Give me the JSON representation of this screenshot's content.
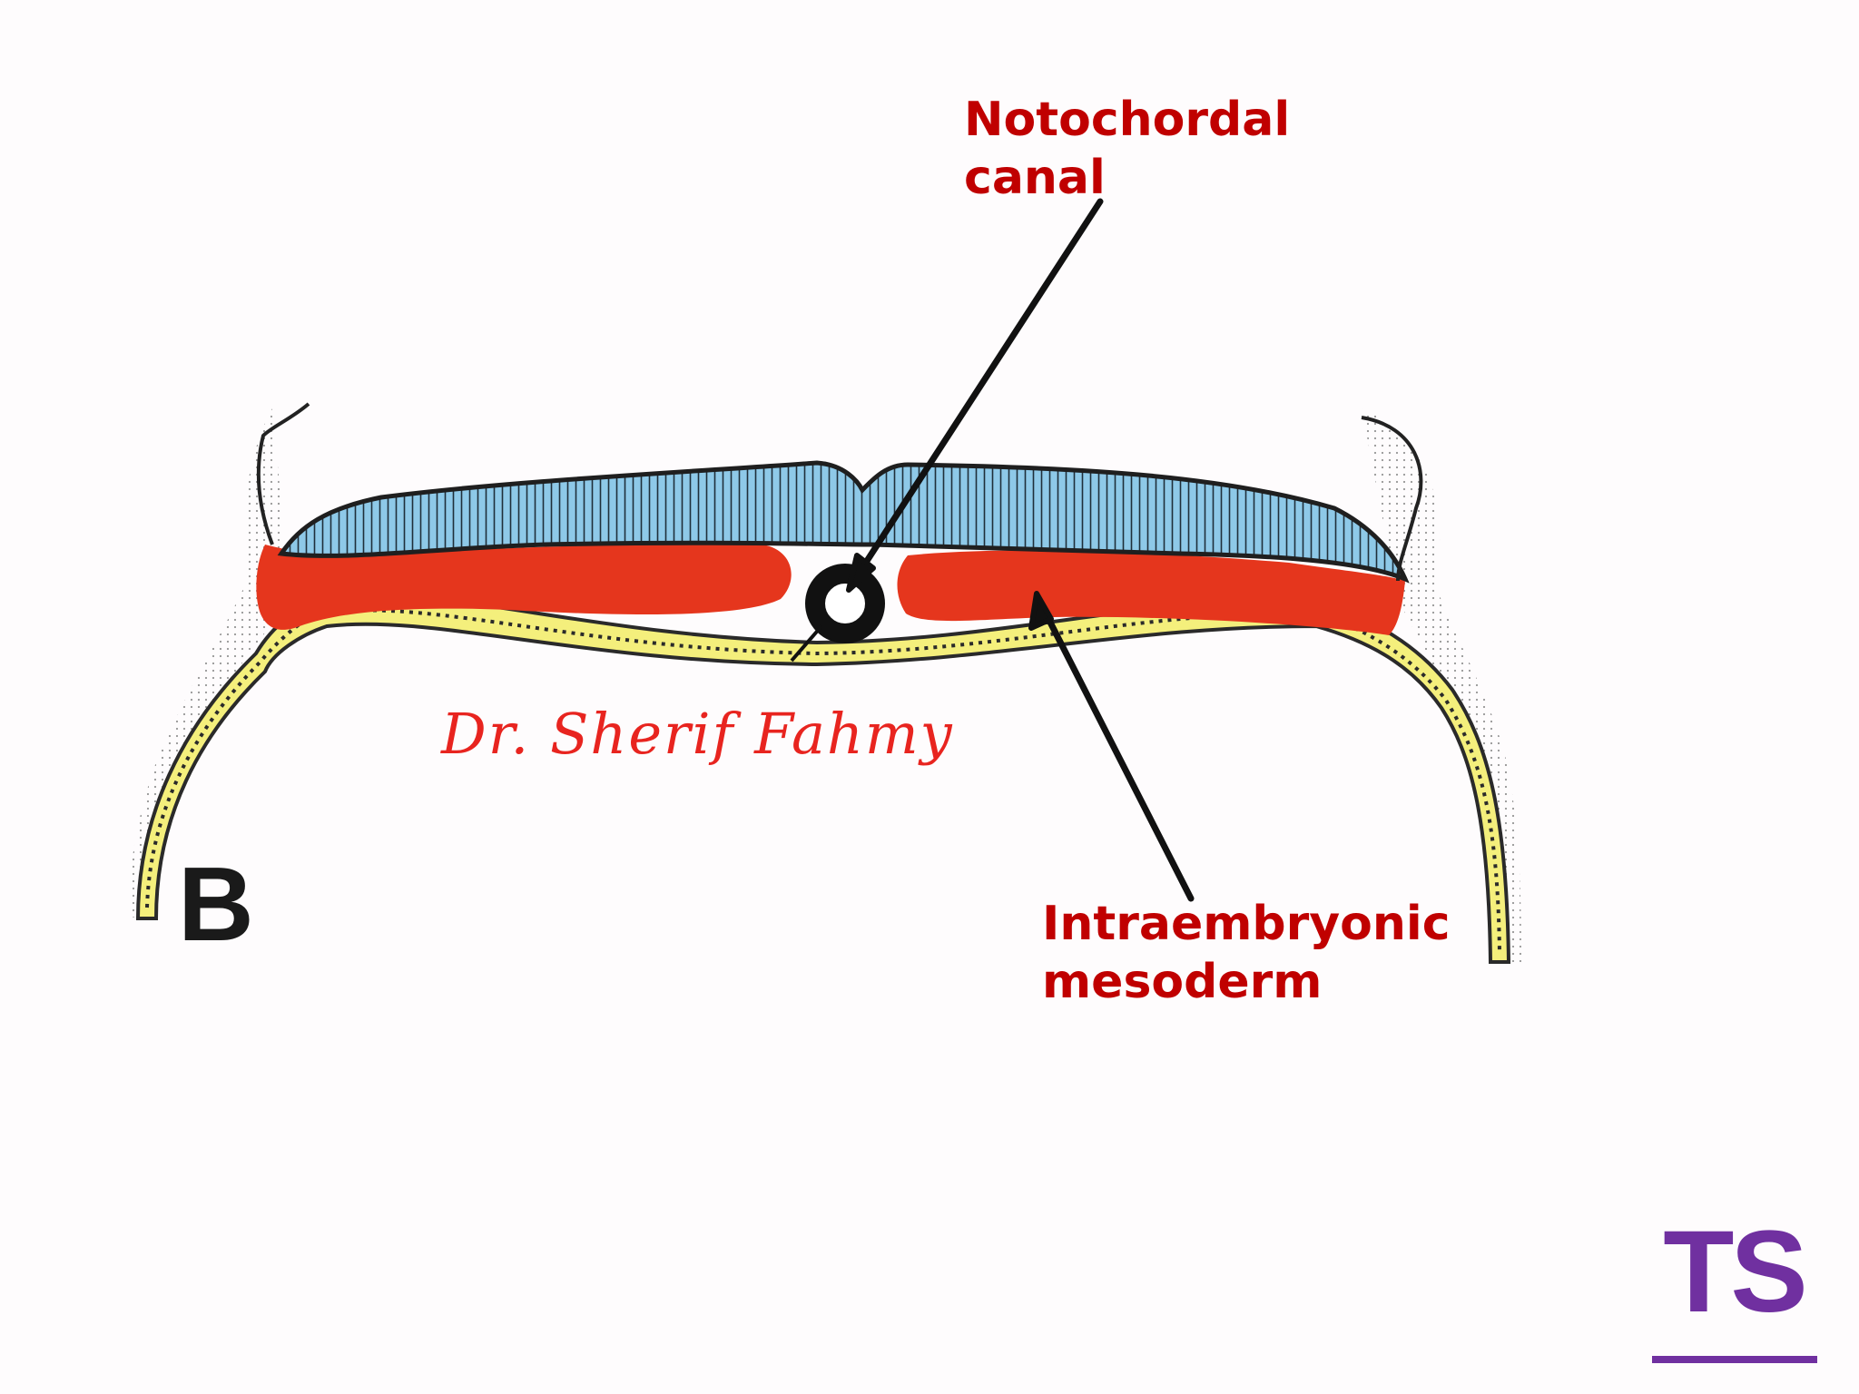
{
  "labels": {
    "notochordal": [
      "Notochordal",
      "canal"
    ],
    "mesoderm": [
      "Intraembryonic",
      "mesoderm"
    ]
  },
  "signature": "Dr. Sherif Fahmy",
  "panel_letter": "B",
  "logo": "TS",
  "colors": {
    "label_red": "#c00000",
    "signature_red": "#e8241f",
    "ectoderm_blue": "#8ec9e8",
    "mesoderm_red": "#e5361d",
    "endoderm_yellow": "#f4ef7c",
    "logo_purple": "#7030a0"
  }
}
